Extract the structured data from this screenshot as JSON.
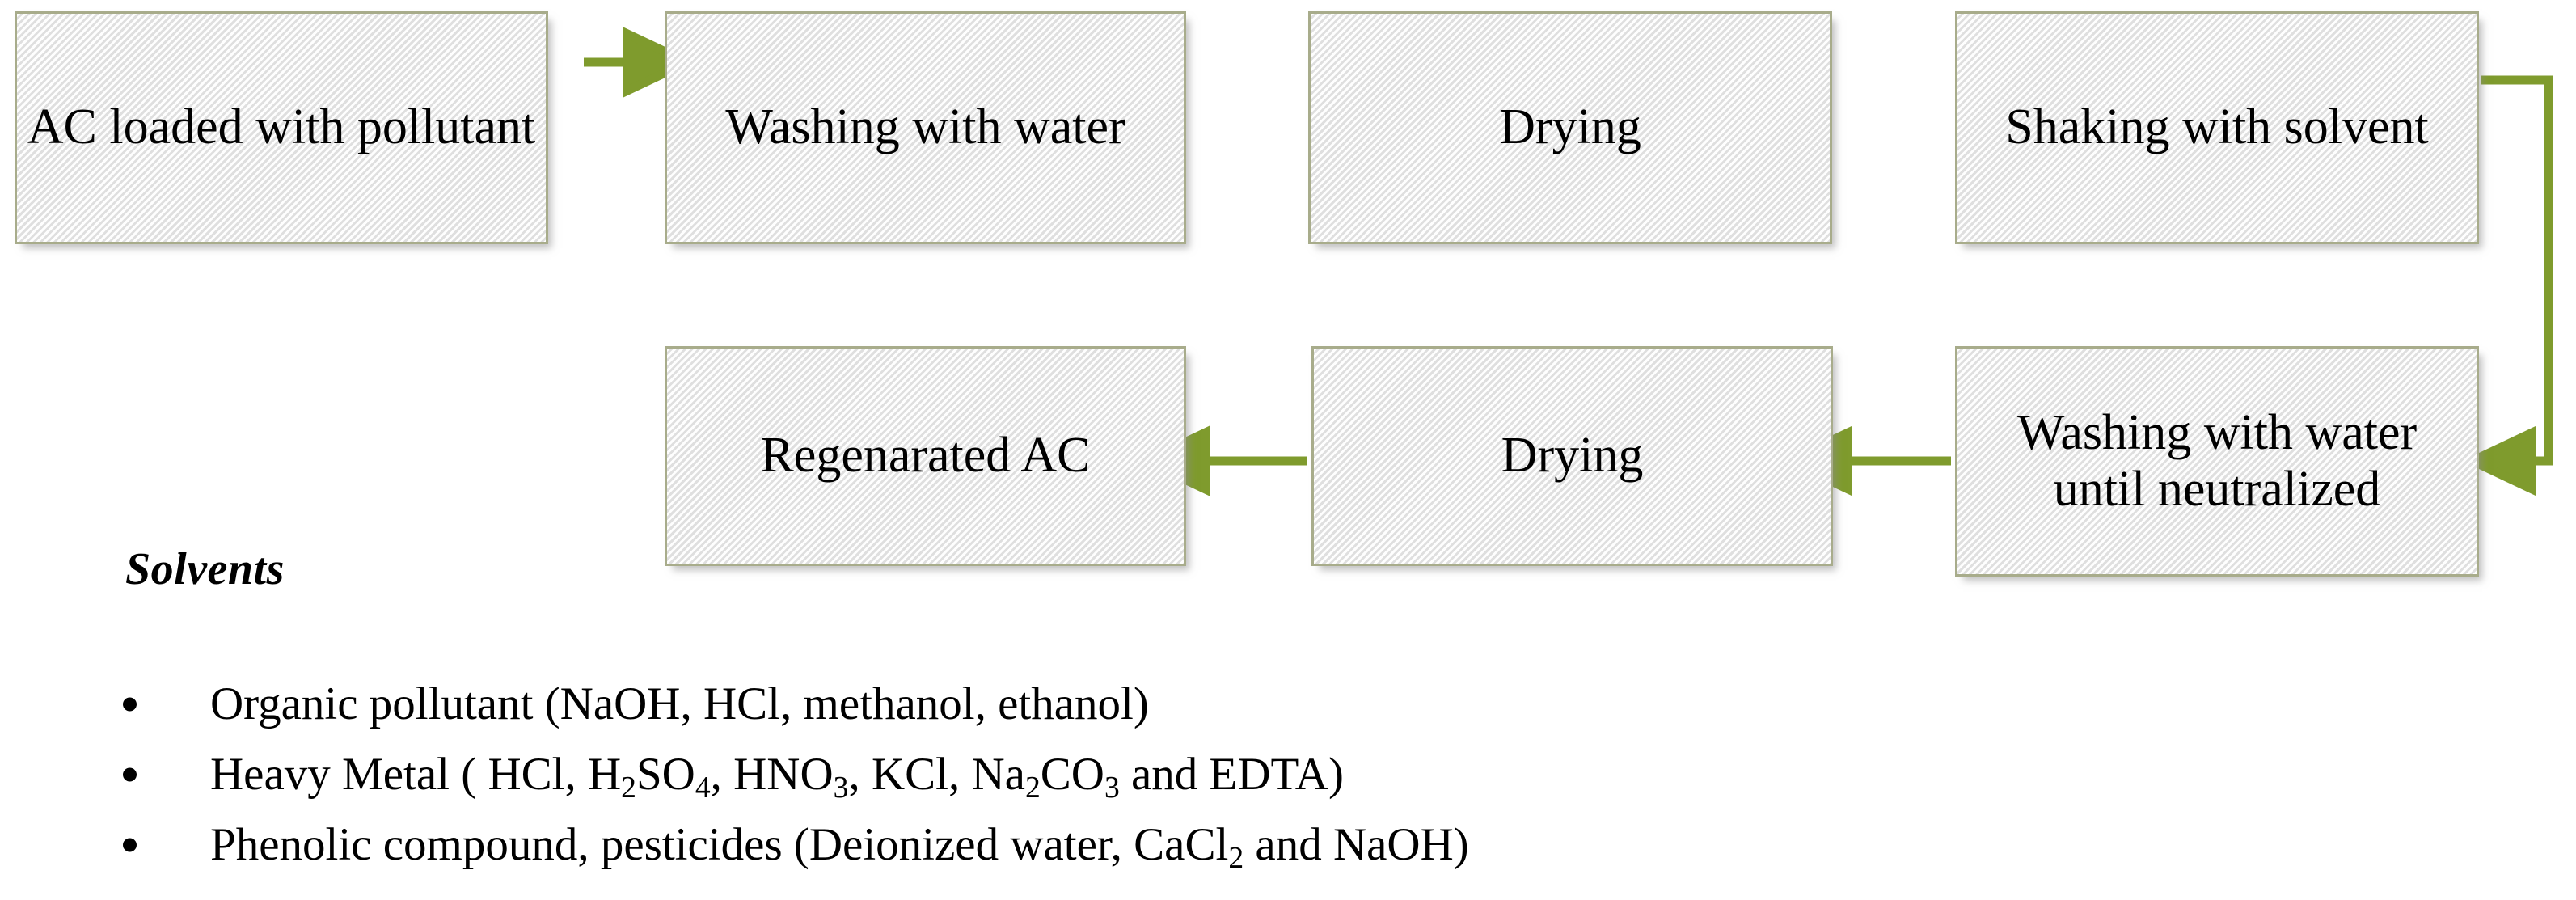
{
  "diagram": {
    "title": "Activated carbon regeneration process flowchart",
    "accent_arrow_color": "#7f9b2d",
    "box_border_color": "#a8ac8b",
    "box_fill_color": "#eeeeee",
    "nodes": [
      {
        "id": "n1",
        "label": "AC loaded with pollutant"
      },
      {
        "id": "n2",
        "label": "Washing with water"
      },
      {
        "id": "n3",
        "label": "Drying"
      },
      {
        "id": "n4",
        "label": "Shaking with solvent"
      },
      {
        "id": "n5",
        "label": "Washing with water until neutralized"
      },
      {
        "id": "n6",
        "label": "Drying"
      },
      {
        "id": "n7",
        "label": "Regenarated AC"
      }
    ],
    "edges": [
      {
        "from": "n1",
        "to": "n2",
        "direction": "right"
      },
      {
        "from": "n2",
        "to": "n3",
        "direction": "right"
      },
      {
        "from": "n3",
        "to": "n4",
        "direction": "right"
      },
      {
        "from": "n4",
        "to": "n5",
        "direction": "wrap-down-left"
      },
      {
        "from": "n5",
        "to": "n6",
        "direction": "left"
      },
      {
        "from": "n6",
        "to": "n7",
        "direction": "left"
      }
    ]
  },
  "solvents": {
    "heading": "Solvents",
    "items": [
      {
        "segments": [
          {
            "t": "Organic pollutant (NaOH, HCl, methanol, ethanol)"
          }
        ]
      },
      {
        "segments": [
          {
            "t": "Heavy Metal ( HCl, H"
          },
          {
            "t": "2",
            "sub": true
          },
          {
            "t": "SO"
          },
          {
            "t": "4",
            "sub": true
          },
          {
            "t": ", HNO"
          },
          {
            "t": "3",
            "sub": true
          },
          {
            "t": ", KCl, Na"
          },
          {
            "t": "2",
            "sub": true
          },
          {
            "t": "CO"
          },
          {
            "t": "3",
            "sub": true
          },
          {
            "t": " and EDTA)"
          }
        ]
      },
      {
        "segments": [
          {
            "t": "Phenolic compound, pesticides (Deionized water, CaCl"
          },
          {
            "t": "2",
            "sub": true
          },
          {
            "t": " and NaOH)"
          }
        ]
      }
    ]
  }
}
